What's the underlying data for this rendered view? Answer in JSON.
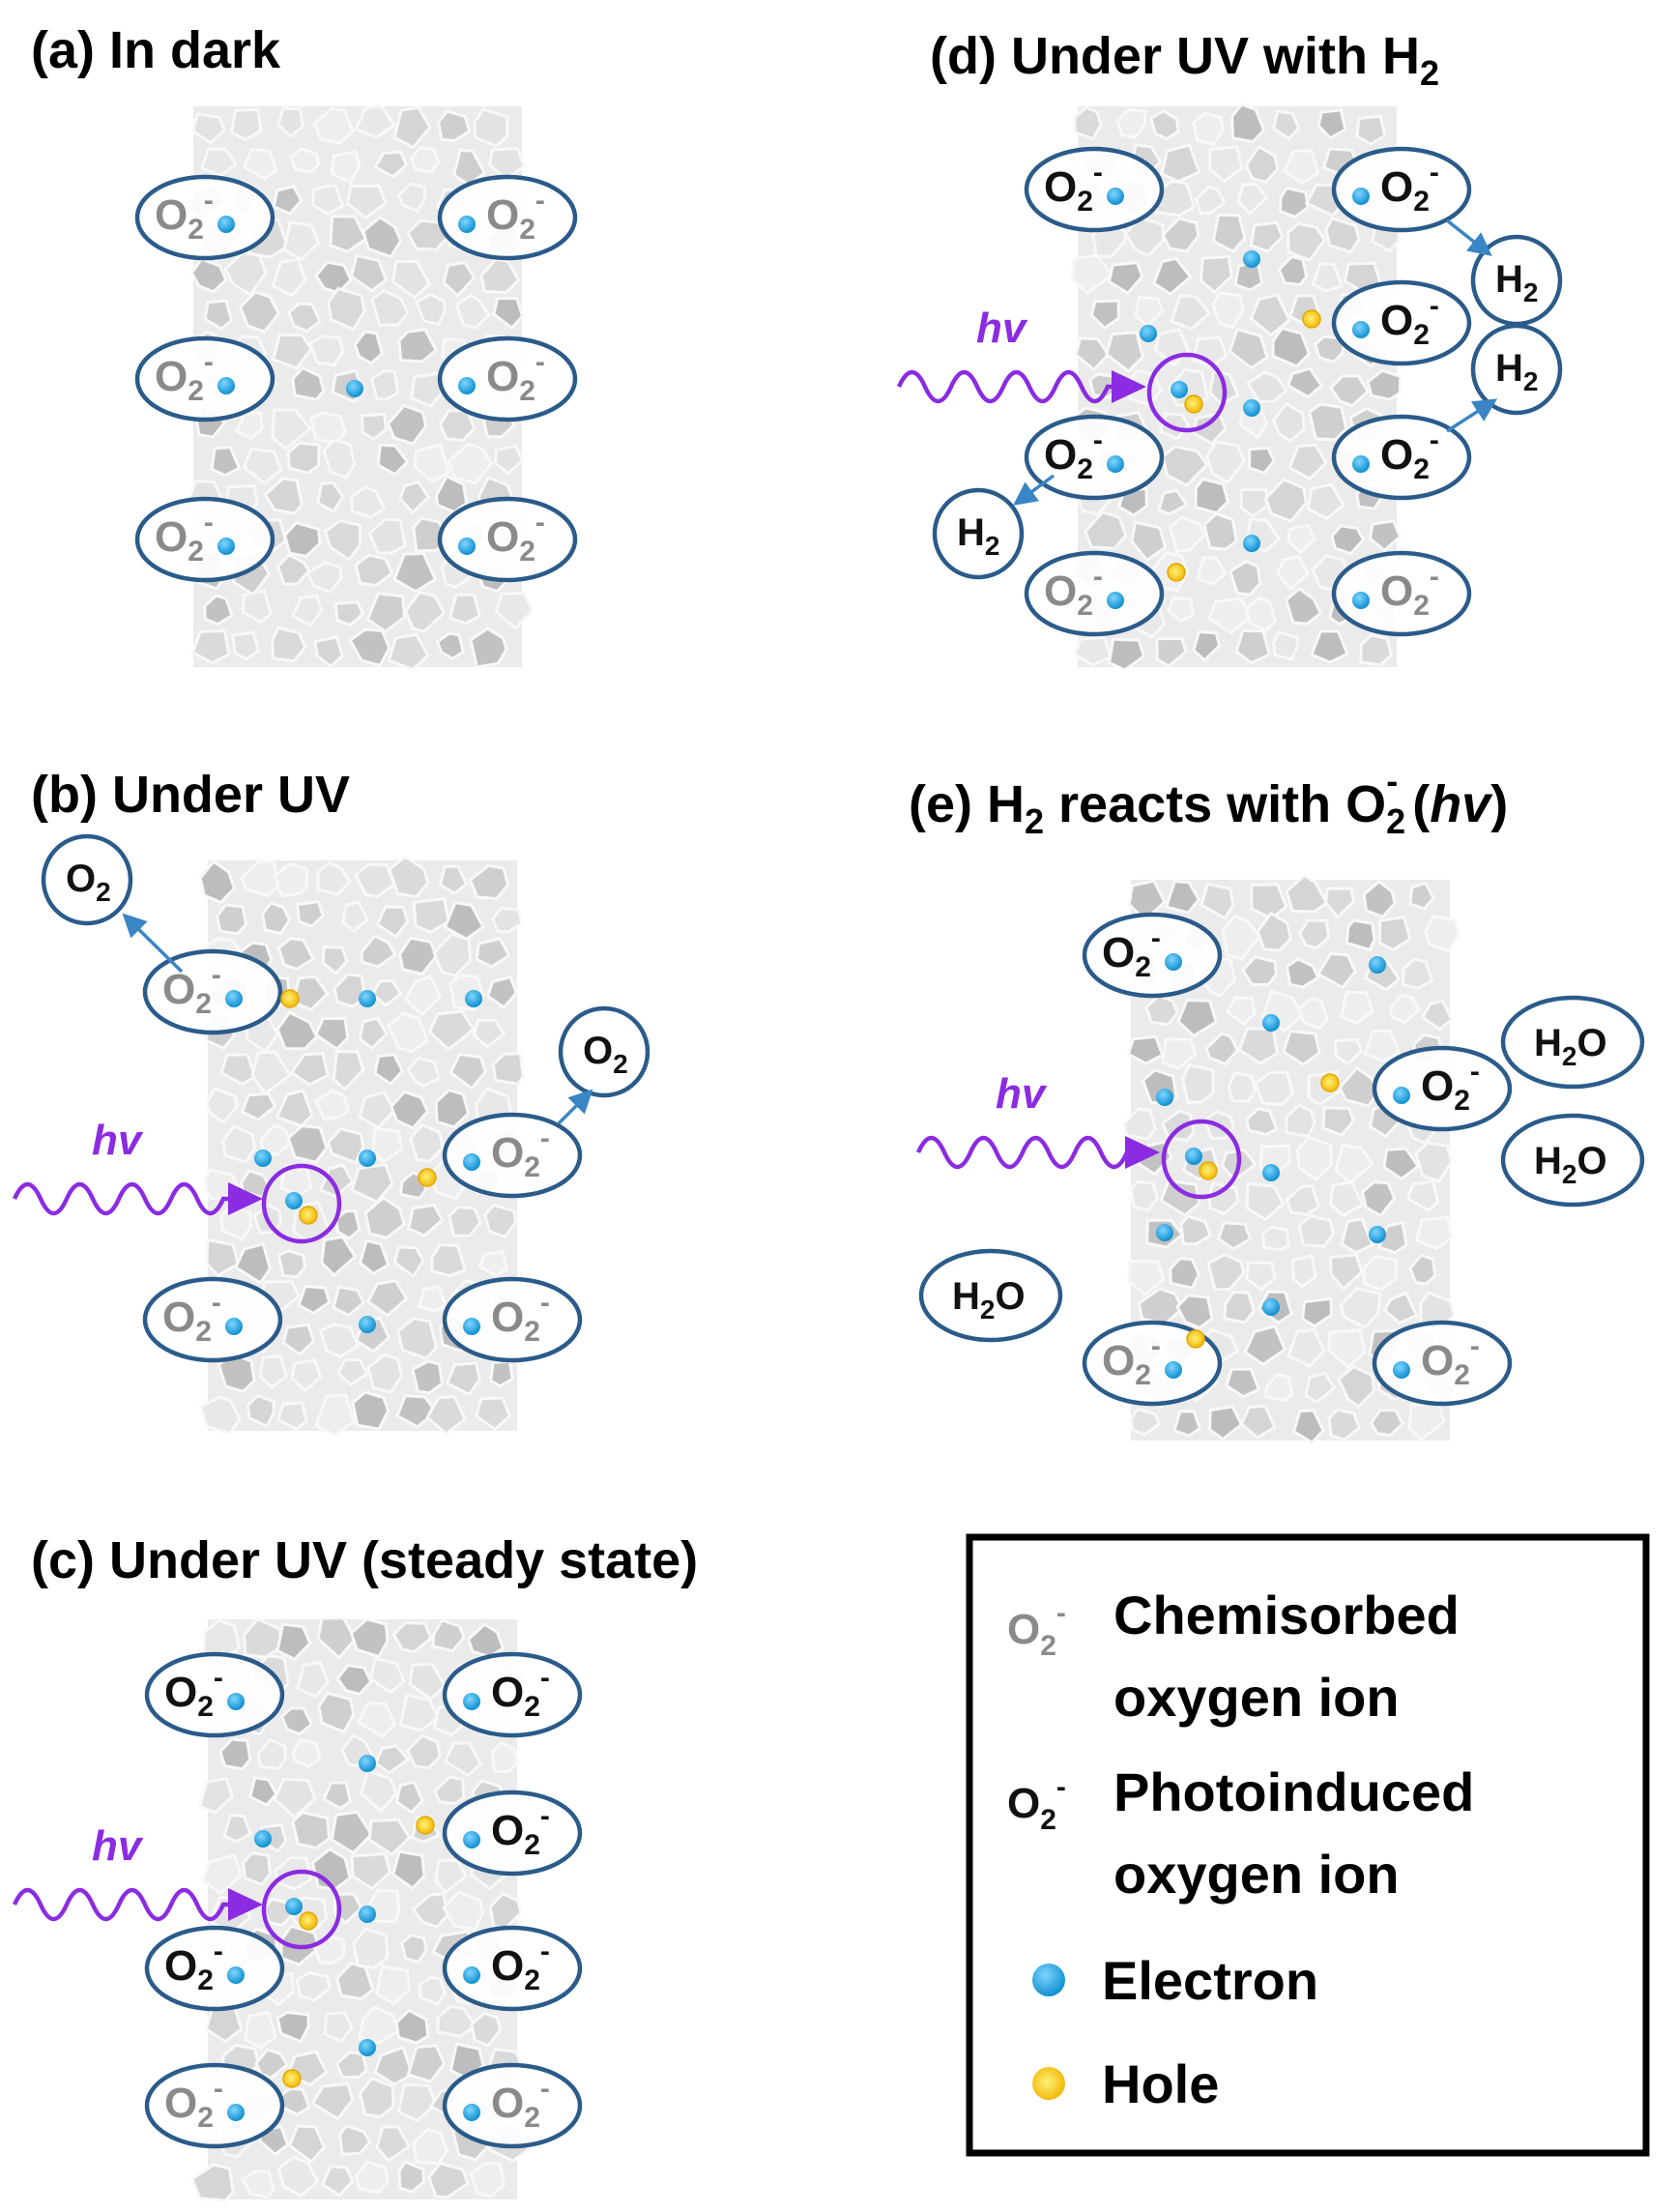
{
  "panels": [
    {
      "id": "a",
      "title": "(a) In dark"
    },
    {
      "id": "b",
      "title": "(b) Under UV"
    },
    {
      "id": "c",
      "title": "(c) Under UV (steady state)"
    },
    {
      "id": "d",
      "title_pre": "(d) Under UV with H",
      "title_sub": "2"
    },
    {
      "id": "e",
      "title_pre": "(e) H",
      "title_sub": "2",
      "title_mid": " reacts with O",
      "title_sub2": "2",
      "title_sup": "-",
      "title_open": " (",
      "title_hv": "hv",
      "title_close": ")"
    }
  ],
  "labels": {
    "ion_base": "O",
    "ion_sub": "2",
    "ion_sup": "-",
    "h2_base": "H",
    "h2_sub": "2",
    "o2_base": "O",
    "o2_sub": "2",
    "h2o_base": "H",
    "h2o_sub": "2",
    "h2o_end": "O",
    "hv": "hv"
  },
  "legend": {
    "chemisorbed_line1": "Chemisorbed",
    "chemisorbed_line2": "oxygen ion",
    "photoinduced_line1": "Photoinduced",
    "photoinduced_line2": "oxygen ion",
    "electron": "Electron",
    "hole": "Hole"
  },
  "colors": {
    "electron": "#1aa3e0",
    "hole": "#f2c200",
    "ellipse_stroke": "#2a5b8a",
    "photon": "#8b2be2",
    "arrow": "#3a85c4",
    "chemisorbed_text": "#8a8a8a",
    "photoinduced_text": "#111111"
  }
}
